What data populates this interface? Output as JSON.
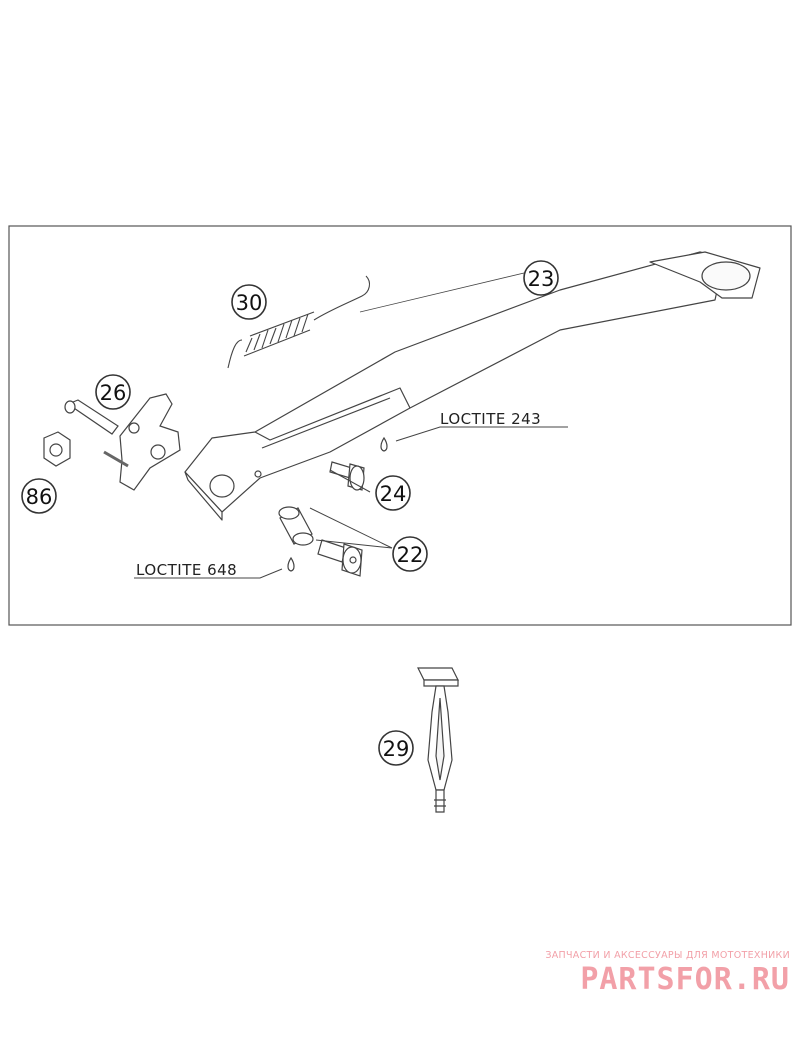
{
  "callouts": {
    "n23": "23",
    "n30": "30",
    "n26": "26",
    "n86": "86",
    "n24": "24",
    "n22": "22",
    "n29": "29"
  },
  "labels": {
    "loctite_243": "LOCTITE 243",
    "loctite_648": "LOCTITE 648"
  },
  "watermark": {
    "subtitle": "ЗАПЧАСТИ И АКСЕССУАРЫ ДЛЯ МОТОТЕХНИКИ",
    "brand": "PARTSFOR.RU",
    "color": "#f2a0a8"
  }
}
